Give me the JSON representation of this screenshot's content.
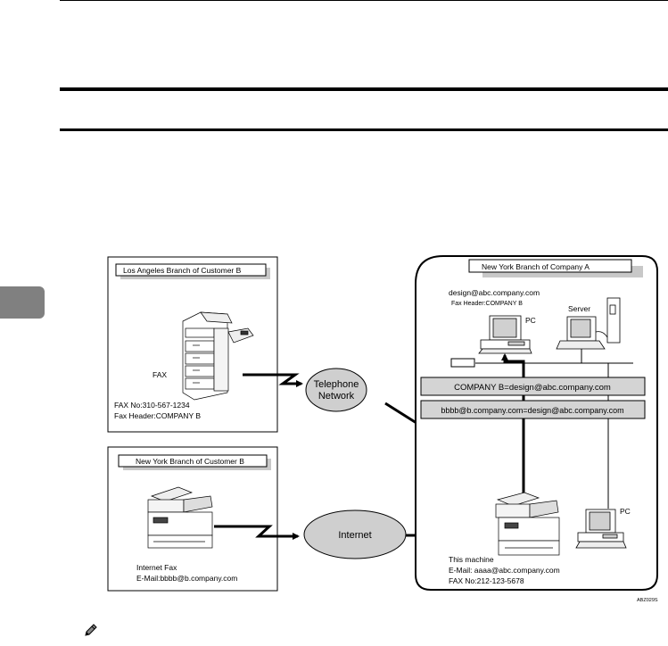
{
  "page": {
    "section_tab": "",
    "figure_code": "ABZ029S"
  },
  "diagram": {
    "la_branch": {
      "title": "Los Angeles Branch of Customer B",
      "device_label": "FAX",
      "fax_no": "FAX No:310-567-1234",
      "fax_header": "Fax Header:COMPANY B"
    },
    "ny_customer_branch": {
      "title": "New York Branch of Customer B",
      "device_label": "Internet Fax",
      "email": "E-Mail:bbbb@b.company.com"
    },
    "networks": {
      "telephone_line1": "Telephone",
      "telephone_line2": "Network",
      "internet": "Internet"
    },
    "ny_company_branch": {
      "title": "New York Branch of Company A",
      "pc_email": "design@abc.company.com",
      "pc_fax_header": "Fax Header:COMPANY B",
      "pc_label": "PC",
      "server_label": "Server",
      "pc2_label": "PC",
      "rule1": "COMPANY B=design@abc.company.com",
      "rule2": "bbbb@b.company.com=design@abc.company.com",
      "machine_label": "This machine",
      "machine_email": "E-Mail:  aaaa@abc.company.com",
      "machine_fax_no": "FAX No:212-123-5678"
    },
    "colors": {
      "ellipse_fill": "#cfcfcf",
      "rule_box_fill": "#d4d4d4",
      "shadow": "#c8c8c8",
      "tab": "#808080"
    }
  },
  "note": {
    "icon": "pencil-icon"
  }
}
